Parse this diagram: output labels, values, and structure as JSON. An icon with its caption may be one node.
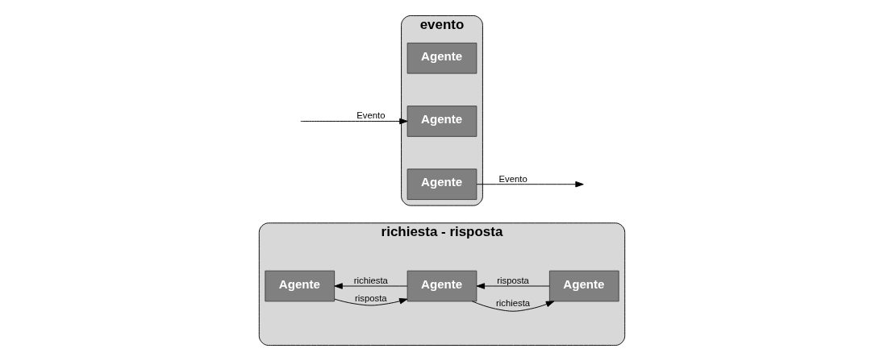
{
  "diagram": {
    "nodes": [
      {
        "text": [
          "richiesta - risposta"
        ]
      },
      {
        "text": [
          "Agente"
        ],
        "in": 0
      },
      {
        "text": [
          "Agente"
        ],
        "in": 0
      },
      {
        "text": [
          "Agente"
        ],
        "in": 0
      },
      {
        "text": [
          "evento"
        ]
      },
      {
        "text": [
          "Agente"
        ],
        "in": 4
      },
      {
        "text": [
          "Agente"
        ],
        "in": 4
      },
      {
        "text": [
          "Agente"
        ],
        "in": 4
      }
    ],
    "edges": [
      {
        "from": 2,
        "to": 1,
        "arrow": "to",
        "label": "richiesta"
      },
      {
        "from": 1,
        "to": 2,
        "arrow": "to",
        "label": "risposta"
      },
      {
        "from": 2,
        "to": 3,
        "arrow": "to",
        "label": "richiesta"
      },
      {
        "from": 3,
        "to": 2,
        "arrow": "to",
        "label": "risposta"
      },
      {
        "from": null,
        "to": 6,
        "arrow": "to",
        "label": "Evento"
      },
      {
        "from": 7,
        "to": null,
        "arrow": "to",
        "label": "Evento"
      }
    ]
  }
}
